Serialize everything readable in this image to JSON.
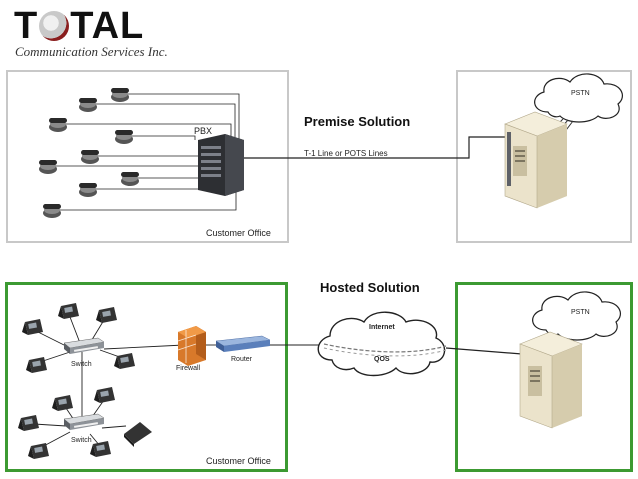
{
  "logo": {
    "brand": "T",
    "brand_rest": "TAL",
    "tagline": "Communication Services Inc."
  },
  "premise": {
    "title": "Premise Solution",
    "pbx_label": "PBX",
    "trunk_label": "T-1 Line or POTS Lines",
    "office_label": "Customer Office",
    "cloud_label": "PSTN"
  },
  "hosted": {
    "title": "Hosted Solution",
    "switch_label": "Switch",
    "switch2_label": "Switch",
    "firewall_label": "Firewall",
    "router_label": "Router",
    "internet_label": "Internet",
    "qos_label": "QOS",
    "office_label": "Customer Office",
    "cloud_label": "PSTN"
  },
  "colors": {
    "office_border": "#c8c8c8",
    "hosted_border": "#3c9a32",
    "logo_ring": "#8a1e1e"
  }
}
